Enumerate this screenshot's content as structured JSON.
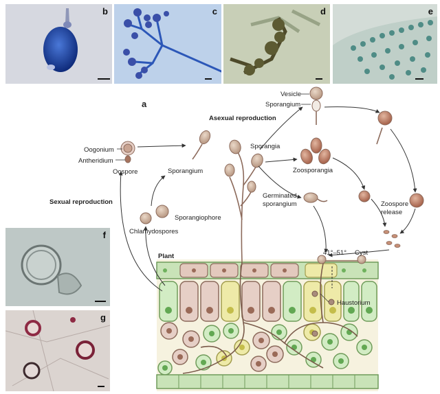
{
  "panels": {
    "b": "b",
    "c": "c",
    "d": "d",
    "e": "e",
    "f": "f",
    "g": "g"
  },
  "diagram": {
    "panel_label": "a",
    "asexual_reproduction": "Asexual reproduction",
    "sexual_reproduction": "Sexual reproduction",
    "vesicle": "Vesicle",
    "sporangium_top": "Sporangium",
    "sporangia": "Sporangia",
    "zoosporangia": "Zoosporangia",
    "oogonium": "Oogonium",
    "antheridium": "Antheridium",
    "oospore": "Oospore",
    "sporangium_left": "Sporangium",
    "germinated_sporangium_1": "Germinated",
    "germinated_sporangium_2": "sporangium",
    "zoospore_release_1": "Zoospore",
    "zoospore_release_2": "release",
    "chlamydospores": "Chlamydospores",
    "sporangiophore": "Sporangiophore",
    "plant": "Plant",
    "temperature": "41°–51°",
    "cyst": "Cyst",
    "haustorium": "Haustorium"
  }
}
